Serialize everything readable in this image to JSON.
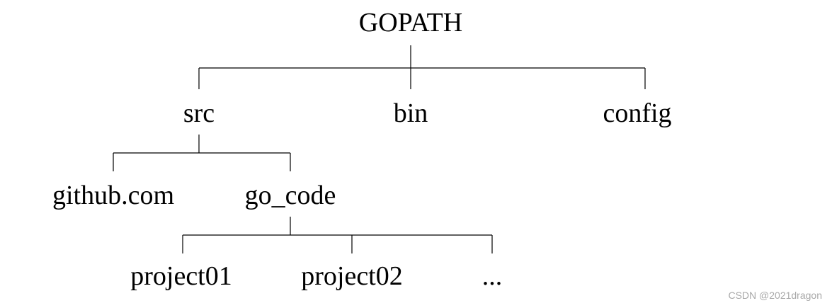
{
  "nodes": {
    "gopath": "GOPATH",
    "src": "src",
    "bin": "bin",
    "config": "config",
    "github": "github.com",
    "go_code": "go_code",
    "project01": "project01",
    "project02": "project02",
    "more": "..."
  },
  "watermark": "CSDN @2021dragon"
}
